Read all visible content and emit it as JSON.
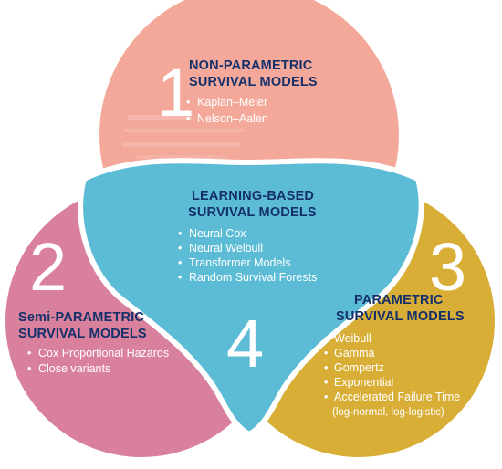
{
  "diagram": {
    "colors": {
      "top": "#f3a89a",
      "left": "#d9809d",
      "right": "#d9ae37",
      "center": "#5dbcd5",
      "outline": "#ffffff",
      "title_text": "#14306b"
    },
    "sections": {
      "nonparametric": {
        "number": "1",
        "title_line1": "NON-PARAMETRIC",
        "title_line2": "SURVIVAL MODELS",
        "items": [
          "Kaplan–Meier",
          "Nelson–Aalen"
        ]
      },
      "semiparametric": {
        "number": "2",
        "title_line1": "Semi-PARAMETRIC",
        "title_line2": "SURVIVAL MODELS",
        "items": [
          "Cox Proportional Hazards",
          "Close variants"
        ]
      },
      "parametric": {
        "number": "3",
        "title_line1": "PARAMETRIC",
        "title_line2": "SURVIVAL MODELS",
        "items": [
          "Weibull",
          "Gamma",
          "Gompertz",
          "Exponential",
          "Accelerated Failure Time"
        ],
        "note": "(log-normal, log-logistic)"
      },
      "learning": {
        "number": "4",
        "title_line1": "LEARNING-BASED",
        "title_line2": "SURVIVAL MODELS",
        "items": [
          "Neural Cox",
          "Neural Weibull",
          "Transformer Models",
          "Random Survival Forests"
        ]
      }
    },
    "bullet": "•"
  }
}
